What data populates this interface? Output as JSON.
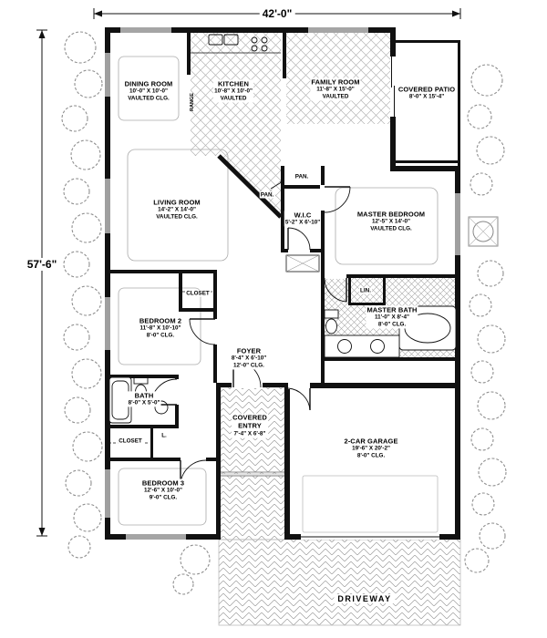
{
  "dimensions": {
    "width_label": "42'-0\"",
    "height_label": "57'-6\""
  },
  "rooms": {
    "dining": {
      "name": "DINING ROOM",
      "size": "10'-0\" X 10'-0\"",
      "ceiling": "VAULTED CLG."
    },
    "kitchen": {
      "name": "KITCHEN",
      "size": "10'-8\" X 10'-0\"",
      "ceiling": "VAULTED"
    },
    "family": {
      "name": "FAMILY ROOM",
      "size": "11'-8\" X 15'-0\"",
      "ceiling": "VAULTED"
    },
    "patio": {
      "name": "COVERED PATIO",
      "size": "8'-0\" X 15'-4\""
    },
    "living": {
      "name": "LIVING ROOM",
      "size": "14'-2\" X 14'-0\"",
      "ceiling": "VAULTED CLG."
    },
    "wic": {
      "name": "W.I.C",
      "size": "5'-2\" X 6'-10\""
    },
    "master_bedroom": {
      "name": "MASTER BEDROOM",
      "size": "12'-5\" X 14'-0\"",
      "ceiling": "VAULTED CLG."
    },
    "bedroom2": {
      "name": "BEDROOM 2",
      "size": "11'-8\" X 10'-10\"",
      "ceiling": "8'-0\" CLG."
    },
    "master_bath": {
      "name": "MASTER BATH",
      "size": "11'-0\" X 8'-4\"",
      "ceiling": "8'-0\" CLG."
    },
    "foyer": {
      "name": "FOYER",
      "size": "8'-4\" X 6'-10\"",
      "ceiling": "12'-0\" CLG."
    },
    "bath": {
      "name": "BATH",
      "size": "8'-0\" X 5'-0\""
    },
    "entry": {
      "name_line1": "COVERED",
      "name_line2": "ENTRY",
      "size": "7'-4\" X 6'-8\""
    },
    "garage": {
      "name": "2-CAR GARAGE",
      "size": "19'-6\" X 20'-2\"",
      "ceiling": "8'-0\" CLG."
    },
    "bedroom3": {
      "name": "BEDROOM 3",
      "size": "12'-6\" X 10'-0\"",
      "ceiling": "9'-0\" CLG."
    }
  },
  "labels": {
    "pantry_a": "PAN.",
    "pantry_b": "PAN.",
    "linen": "LIN.",
    "closet_bedroom2": "CLOSET",
    "closet_hall": "CLOSET",
    "laundry": "L.",
    "range": "RANGE",
    "driveway": "DRIVEWAY"
  },
  "colors": {
    "wall": "#111111",
    "hatch": "#9c9c9c",
    "tree": "#8f8f8f",
    "background": "#ffffff"
  }
}
